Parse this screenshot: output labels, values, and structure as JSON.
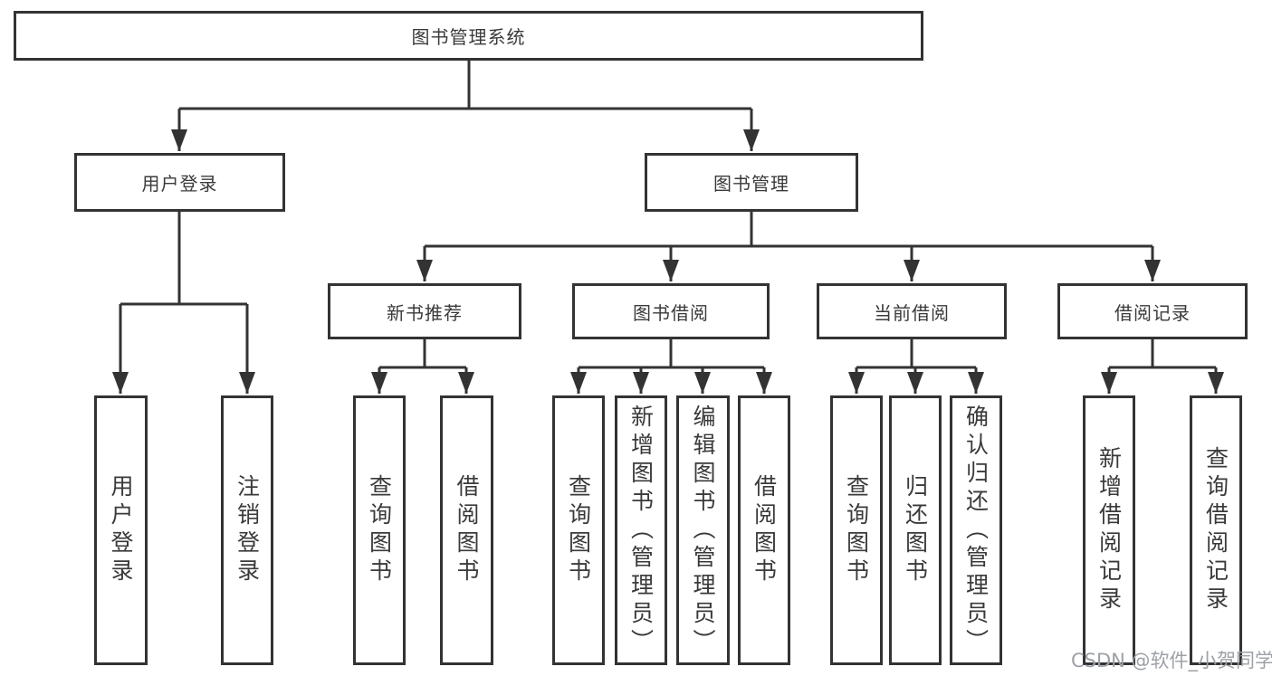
{
  "diagram": {
    "root": {
      "label": "图书管理系统"
    },
    "branches": [
      {
        "label": "用户登录",
        "children": [
          {
            "label": "用户登录"
          },
          {
            "label": "注销登录"
          }
        ]
      },
      {
        "label": "图书管理",
        "sections": [
          {
            "label": "新书推荐",
            "children": [
              {
                "label": "查询图书"
              },
              {
                "label": "借阅图书"
              }
            ]
          },
          {
            "label": "图书借阅",
            "children": [
              {
                "label": "查询图书"
              },
              {
                "label": "新增图书（管理员）"
              },
              {
                "label": "编辑图书（管理员）"
              },
              {
                "label": "借阅图书"
              }
            ]
          },
          {
            "label": "当前借阅",
            "children": [
              {
                "label": "查询图书"
              },
              {
                "label": "归还图书"
              },
              {
                "label": "确认归还（管理员）"
              }
            ]
          },
          {
            "label": "借阅记录",
            "children": [
              {
                "label": "新增借阅记录"
              },
              {
                "label": "查询借阅记录"
              }
            ]
          }
        ]
      }
    ]
  },
  "colors": {
    "line": "#333333",
    "text": "#3a3a3a",
    "background": "#ffffff",
    "watermark": "#9da1a6"
  },
  "watermark": {
    "text": "CSDN @软件_小贺同学"
  }
}
